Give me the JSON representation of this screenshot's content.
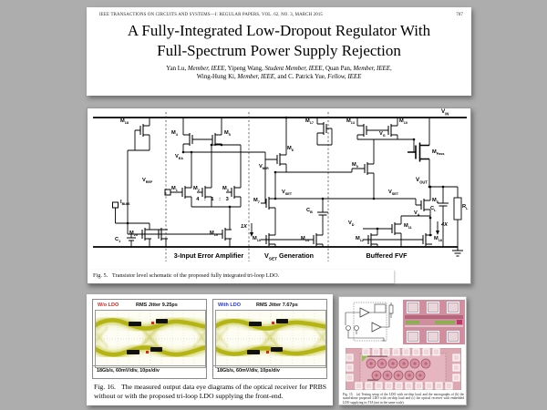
{
  "page": {
    "journal_header": "IEEE TRANSACTIONS ON CIRCUITS AND SYSTEMS—I: REGULAR PAPERS, VOL. 62, NO. 3, MARCH 2015",
    "page_number": "707"
  },
  "title": {
    "line1": "A Fully-Integrated Low-Dropout Regulator With",
    "line2": "Full-Spectrum Power Supply Rejection"
  },
  "authors": {
    "a": "Yan Lu, ",
    "b": "Member, IEEE,",
    "c": " Yipeng Wang, ",
    "d": "Student Member, IEEE,",
    "e": " Quan Pan, ",
    "f": "Member, IEEE,",
    "g": "Wing-Hung Ki, ",
    "h": "Member, IEEE,",
    "i": " and C. Patrick Yue, ",
    "j": "Fellow, IEEE"
  },
  "fig5": {
    "caption": "Fig. 5.   Transistor level schematic of the proposed fully integrated tri-loop LDO.",
    "sections": {
      "s1": "3-Input Error Amplifier",
      "s2": "V_{SET} Generation",
      "s3": "Buffered FVF"
    },
    "labels": {
      "m18": "M_{18}",
      "m17": "M_{17}",
      "m13": "M_{13}",
      "m10": "M_{10}",
      "m4": "M_{4}",
      "m5": "M_{5}",
      "m6": "M_{6}",
      "m9": "M_{9}",
      "mpass": "M_{Pass}",
      "m1": "M_{1}",
      "m2": "M_{2}",
      "m3": "M_{3}",
      "m7": "M_{7}",
      "m19": "M_{19}",
      "m20": "M_{20}",
      "m15": "M_{15}",
      "m14": "M_{14}",
      "m11": "M_{11}",
      "m12": "M_{12}",
      "m16": "M_{16}",
      "m8": "M_{8}",
      "vin": "V_{IN}",
      "vref": "V_{REF}",
      "vea": "V_{EA}",
      "vmir": "V_{MIR}",
      "vg": "V_{G}",
      "vout": "V_{OUT}",
      "vset_l": "V_{SET}",
      "vset_r": "V_{SET}",
      "vd": "V_{D}",
      "va": "V_{A}",
      "ibias": "I_{BIAS}",
      "c1": "C_{1}",
      "cb": "C_{B}",
      "cl": "C_{L}",
      "rl": "R_{L}",
      "ratio": "4 : 1 : 3",
      "x1": "1X",
      "x4": "4X"
    }
  },
  "fig16": {
    "caption": "Fig. 16.   The measured output data eye diagrams of the optical receiver for PRBS without or with the proposed tri-loop LDO supplying the front-end.",
    "left": {
      "condition": "W/o LDO",
      "jitter": "RMS Jitter 9.25ps",
      "scale": "18Gb/s, 60mV/div, 10ps/div"
    },
    "right": {
      "condition": "With LDO",
      "jitter": "RMS Jitter 7.67ps",
      "scale": "18Gb/s, 60mV/div, 10ps/div"
    }
  },
  "fig15": {
    "caption": "Fig. 15.   (a) Testing setup of the LDO with on-chip load, and the micrographs of (b) the stand-alone proposed LDO with on-chip load and (c) the optical receiver with embedded LDO supplying its TIA (not in the same scale)."
  },
  "colors": {
    "background_gray": "#adadad",
    "condition_without_ldo": "#d42a20",
    "condition_with_ldo": "#2239cc",
    "eye_trace_olive": "#b4b414",
    "chip_micrograph_pink": "#d295a2",
    "pad_green": "#86b94e"
  }
}
